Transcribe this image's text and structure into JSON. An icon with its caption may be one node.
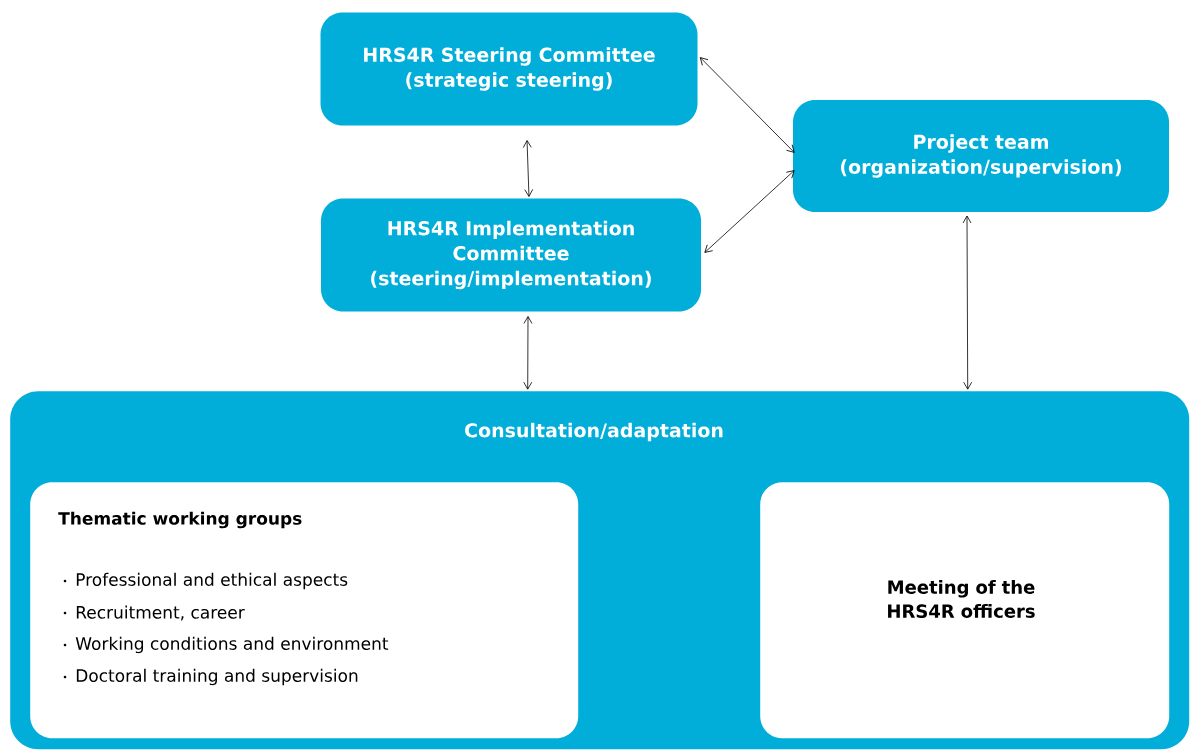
{
  "diagram": {
    "nodes": [
      {
        "text": [
          "HRS4R Steering Committee (strategic steering)"
        ]
      },
      {
        "text": [
          "HRS4R Implementation Committee (steering/implementation)"
        ]
      },
      {
        "text": [
          "Project team (organization/supervision)"
        ]
      },
      {
        "text": [
          "Consultation/adaptation"
        ]
      },
      {
        "text": [
          "Thematic working groups",
          "Professional and ethical aspects",
          "Recruitment, career",
          "Working conditions and environment",
          "Doctoral training and supervision"
        ],
        "in": 3
      },
      {
        "text": [
          "Meeting of the HRS4R officers"
        ],
        "in": 3
      }
    ],
    "edges": [
      {
        "from": 0,
        "to": 1,
        "arrow": "both"
      },
      {
        "from": 0,
        "to": 2,
        "arrow": "both"
      },
      {
        "from": 1,
        "to": 2,
        "arrow": "both"
      },
      {
        "from": 1,
        "to": 3,
        "arrow": "both"
      },
      {
        "from": 2,
        "to": 3,
        "arrow": "both"
      }
    ]
  }
}
